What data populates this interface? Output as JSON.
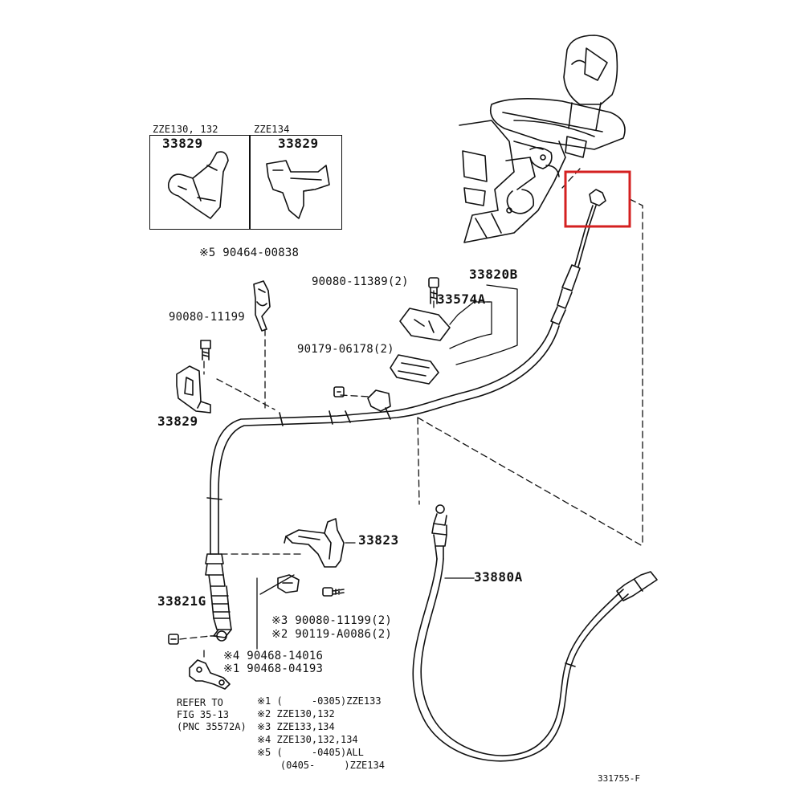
{
  "inset": {
    "left_header": "ZZE130, 132",
    "left_part": "33829",
    "right_header": "ZZE134",
    "right_part": "33829"
  },
  "parts": {
    "p1": "※5 90464-00838",
    "p2": "90080-11199",
    "p3": "33829",
    "p4": "90080-11389(2)",
    "p5": "33820B",
    "p6": "33574A",
    "p7": "90179-06178(2)",
    "p8": "33823",
    "p9": "33821G",
    "p10": "※3 90080-11199(2)",
    "p11": "※2 90119-A0086(2)",
    "p12": "※4 90468-14016",
    "p13": "※1 90468-04193",
    "p14": "33880A"
  },
  "refer": {
    "line1": "REFER TO",
    "line2": "FIG 35-13",
    "line3": "(PNC 35572A)"
  },
  "notes": [
    "※1 (     -0305)ZZE133",
    "※2 ZZE130,132",
    "※3 ZZE133,134",
    "※4 ZZE130,132,134",
    "※5 (     -0405)ALL",
    "    (0405-     )ZZE134"
  ],
  "figure_code": "331755-F",
  "highlight_color": "#d42020"
}
